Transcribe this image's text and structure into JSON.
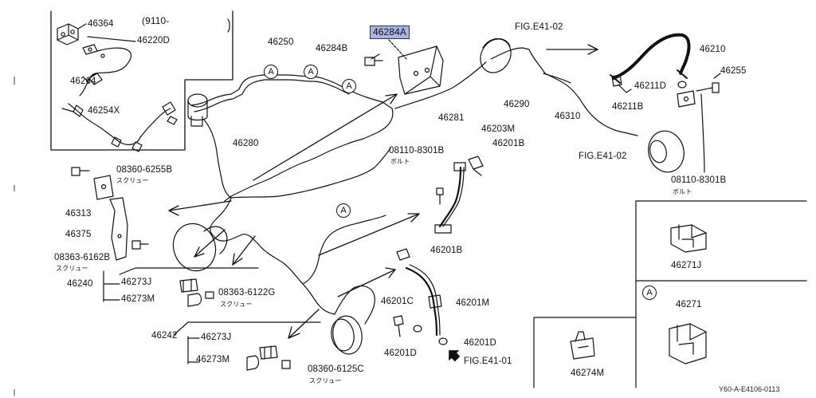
{
  "labels": {
    "p46364": "46364",
    "range": "(9110-",
    "p46220D": "46220D",
    "p46264": "46264",
    "p46254X": "46254X",
    "p46250": "46250",
    "p46284B": "46284B",
    "p46284A": "46284A",
    "figE4102a": "FIG.E41-02",
    "p46210": "46210",
    "p46255": "46255",
    "p46211D": "46211D",
    "p46211B": "46211B",
    "p46290": "46290",
    "p46281": "46281",
    "p46310": "46310",
    "figE4102b": "FIG.E41-02",
    "p0811_8301B_a": "08110-8301B",
    "bolt_a": "ボルト",
    "p0811_8301B_b": "08110-8301B",
    "bolt_b": "ボルト",
    "p46203M": "46203M",
    "p46201B_a": "46201B",
    "p46280": "46280",
    "p08360_6255B": "08360-6255B",
    "screw_a": "スクリュー",
    "p46313": "46313",
    "p46375": "46375",
    "p08363_6162B": "08363-6162B",
    "screw_b": "スクリュー",
    "p46240": "46240",
    "p46273J_a": "46273J",
    "p46273M_a": "46273M",
    "p08363_6122G": "08363-6122G",
    "screw_c": "スクリュー",
    "p46201B_b": "46201B",
    "p46201C": "46201C",
    "p46201M": "46201M",
    "p46201D_a": "46201D",
    "p46201D_b": "46201D",
    "figE4101": "FIG.E41-01",
    "p46242": "46242",
    "p46273J_b": "46273J",
    "p46273M_b": "46273M",
    "p08360_6125C": "08360-6125C",
    "screw_d": "スクリュー",
    "p46271J": "46271J",
    "circleA_key": "A",
    "p46271": "46271",
    "p46274M": "46274M",
    "refcode": "Y60-A-E4106-0113"
  },
  "callout": "A"
}
